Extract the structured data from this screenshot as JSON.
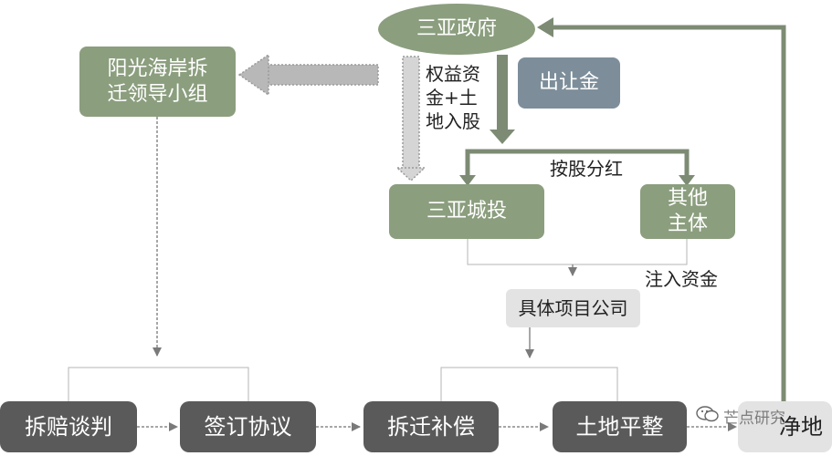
{
  "nodes": {
    "gov": "三亚政府",
    "leader_line1": "阳光海岸拆",
    "leader_line2": "迁领导小组",
    "transfer_fee": "出让金",
    "invest": "三亚城投",
    "other_line1": "其他",
    "other_line2": "主体",
    "project_company": "具体项目公司",
    "negotiate": "拆赔谈判",
    "sign": "签订协议",
    "compensate": "拆迁补偿",
    "level_land": "土地平整",
    "clean_land": "净地"
  },
  "labels": {
    "equity_line1": "权益资",
    "equity_line2": "金+土",
    "equity_line3": "地入股",
    "dividend": "按股分红",
    "inject": "注入资金"
  },
  "watermark": {
    "text": "芒点研究"
  },
  "colors": {
    "green_box": "#8b9e7e",
    "dark_box": "#5a5a5a",
    "slate_box": "#7d8e9a",
    "grey_box": "#e3e3e3"
  }
}
